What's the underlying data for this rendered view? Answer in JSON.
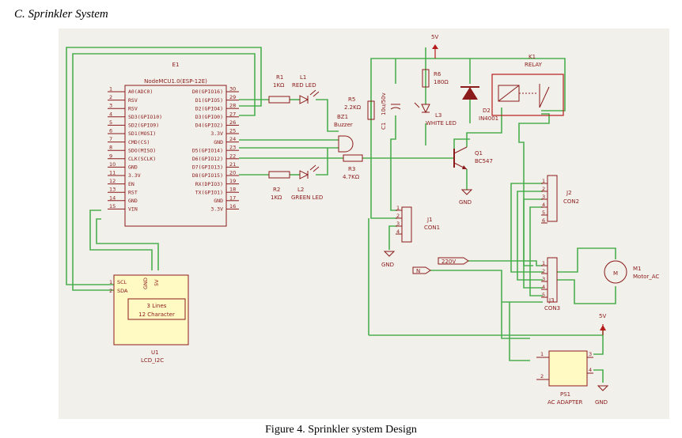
{
  "section_heading": "C.   Sprinkler System",
  "figure_caption": "Figure 4. Sprinkler system Design",
  "colors": {
    "background": "#f1f0ea",
    "wire": "#4caf50",
    "component": "#8b1a1a",
    "module_fill": "#fff9c4",
    "power_symbol": "#b71c1c"
  },
  "mcu": {
    "ref": "E1",
    "name": "NodeMCU1.0(ESP-12E)",
    "left_pins": [
      {
        "num": "1",
        "name": "A0(ADC0)"
      },
      {
        "num": "2",
        "name": "RSV"
      },
      {
        "num": "3",
        "name": "RSV"
      },
      {
        "num": "4",
        "name": "SD3(GPIO10)"
      },
      {
        "num": "5",
        "name": "SD2(GPIO9)"
      },
      {
        "num": "6",
        "name": "SD1(MOSI)"
      },
      {
        "num": "7",
        "name": "CMD(CS)"
      },
      {
        "num": "8",
        "name": "SDO(MISO)"
      },
      {
        "num": "9",
        "name": "CLK(SCLK)"
      },
      {
        "num": "10",
        "name": "GND"
      },
      {
        "num": "11",
        "name": "3.3V"
      },
      {
        "num": "12",
        "name": "EN"
      },
      {
        "num": "13",
        "name": "RST"
      },
      {
        "num": "14",
        "name": "GND"
      },
      {
        "num": "15",
        "name": "VIN"
      }
    ],
    "right_pins": [
      {
        "num": "30",
        "name": "D0(GPIO16)"
      },
      {
        "num": "29",
        "name": "D1(GPIO5)"
      },
      {
        "num": "28",
        "name": "D2(GPIO4)"
      },
      {
        "num": "27",
        "name": "D3(GPIO0)"
      },
      {
        "num": "26",
        "name": "D4(GPIO2)"
      },
      {
        "num": "25",
        "name": "3.3V"
      },
      {
        "num": "24",
        "name": "GND"
      },
      {
        "num": "23",
        "name": "D5(GPIO14)"
      },
      {
        "num": "22",
        "name": "D6(GPIO12)"
      },
      {
        "num": "21",
        "name": "D7(GPIO13)"
      },
      {
        "num": "20",
        "name": "D8(GPIO15)"
      },
      {
        "num": "19",
        "name": "RX(DPIO3)"
      },
      {
        "num": "18",
        "name": "TX(GPIO1)"
      },
      {
        "num": "17",
        "name": "GND"
      },
      {
        "num": "16",
        "name": "3.3V"
      }
    ]
  },
  "components": {
    "r1": {
      "ref": "R1",
      "value": "1KΩ"
    },
    "l1": {
      "ref": "L1",
      "value": "RED LED"
    },
    "r2": {
      "ref": "R2",
      "value": "1KΩ"
    },
    "l2": {
      "ref": "L2",
      "value": "GREEN LED"
    },
    "r5": {
      "ref": "R5",
      "value": "2.2KΩ"
    },
    "bz1": {
      "ref": "BZ1",
      "value": "Buzzer"
    },
    "r3": {
      "ref": "R3",
      "value": "4.7KΩ"
    },
    "c1": {
      "ref": "C1",
      "value": "10u/50v"
    },
    "r6": {
      "ref": "R6",
      "value": "180Ω"
    },
    "l3": {
      "ref": "L3",
      "value": "WHITE LED"
    },
    "d2": {
      "ref": "D2",
      "value": "IN4001"
    },
    "q1": {
      "ref": "Q1",
      "value": "BC547"
    },
    "k1": {
      "ref": "K1",
      "value": "RELAY"
    },
    "j1": {
      "ref": "J1",
      "value": "CON1",
      "pins": [
        "1",
        "2",
        "3",
        "4"
      ]
    },
    "j2": {
      "ref": "J2",
      "value": "CON2",
      "pins": [
        "1",
        "2",
        "3",
        "4",
        "5",
        "6"
      ]
    },
    "j3": {
      "ref": "J3",
      "value": "CON3",
      "pins": [
        "1",
        "2",
        "3",
        "4",
        "5"
      ]
    },
    "m1": {
      "ref": "M1",
      "value": "Motor_AC",
      "symbol": "M"
    },
    "ps1": {
      "ref": "PS1",
      "value": "AC ADAPTER",
      "pins": [
        "1",
        "2",
        "3",
        "4"
      ]
    },
    "u1": {
      "ref": "U1",
      "value": "LCD_I2C",
      "line1": "3 Lines",
      "line2": "12 Character",
      "pins": {
        "scl": "SCL",
        "sda": "SDA",
        "scl_num": "1",
        "sda_num": "2",
        "gnd": "GND",
        "vcc": "5V"
      }
    }
  },
  "power": {
    "vcc_top": "5V",
    "vcc_right": "5V",
    "gnd_j1": "GND",
    "gnd_q1": "GND",
    "gnd_ps1": "GND"
  },
  "ports": {
    "ac_220": "220V",
    "neutral": "N"
  }
}
